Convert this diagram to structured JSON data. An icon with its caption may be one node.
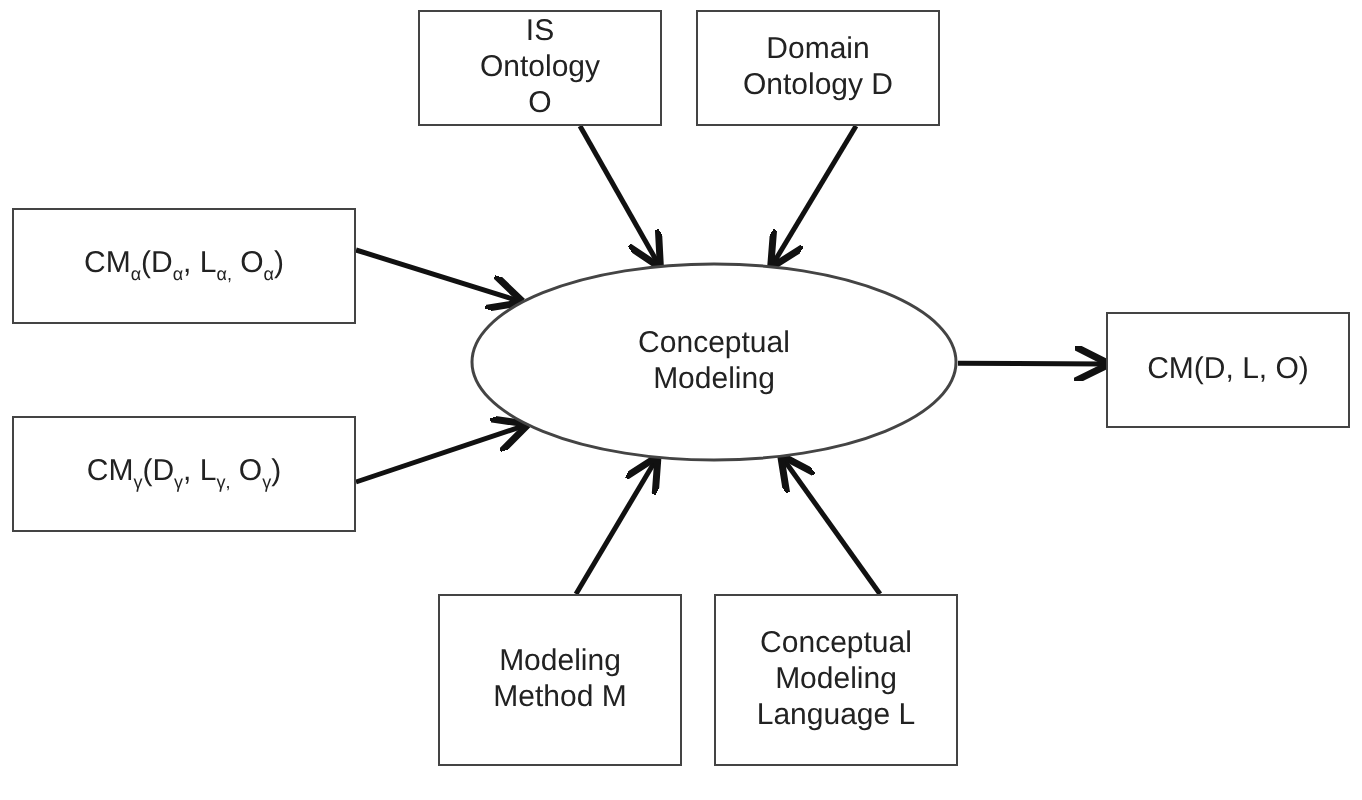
{
  "diagram": {
    "nodes": [
      {
        "text": [
          "IS Ontology O"
        ]
      },
      {
        "text": [
          "Domain Ontology D"
        ]
      },
      {
        "text": [
          "CM$_{α}$(D$_{α}$, L$_{α,}$ O$_{α}$)"
        ]
      },
      {
        "text": [
          "Conceptual Modeling"
        ]
      },
      {
        "text": [
          "CM(D, L, O)"
        ]
      },
      {
        "text": [
          "CM$_{γ}$(D$_{γ}$, L$_{γ,}$ O$_{γ}$)"
        ]
      },
      {
        "text": [
          "Modeling Method M"
        ]
      },
      {
        "text": [
          "Conceptual Modeling Language L"
        ]
      }
    ],
    "edges": [
      {
        "from": 0,
        "to": 3,
        "arrow": "to"
      },
      {
        "from": 1,
        "to": 3,
        "arrow": "to"
      },
      {
        "from": 2,
        "to": 3,
        "arrow": "to"
      },
      {
        "from": 5,
        "to": 3,
        "arrow": "to"
      },
      {
        "from": 3,
        "to": 4,
        "arrow": "to"
      },
      {
        "from": 6,
        "to": 3,
        "arrow": "to"
      },
      {
        "from": 7,
        "to": 3,
        "arrow": "to"
      }
    ]
  }
}
